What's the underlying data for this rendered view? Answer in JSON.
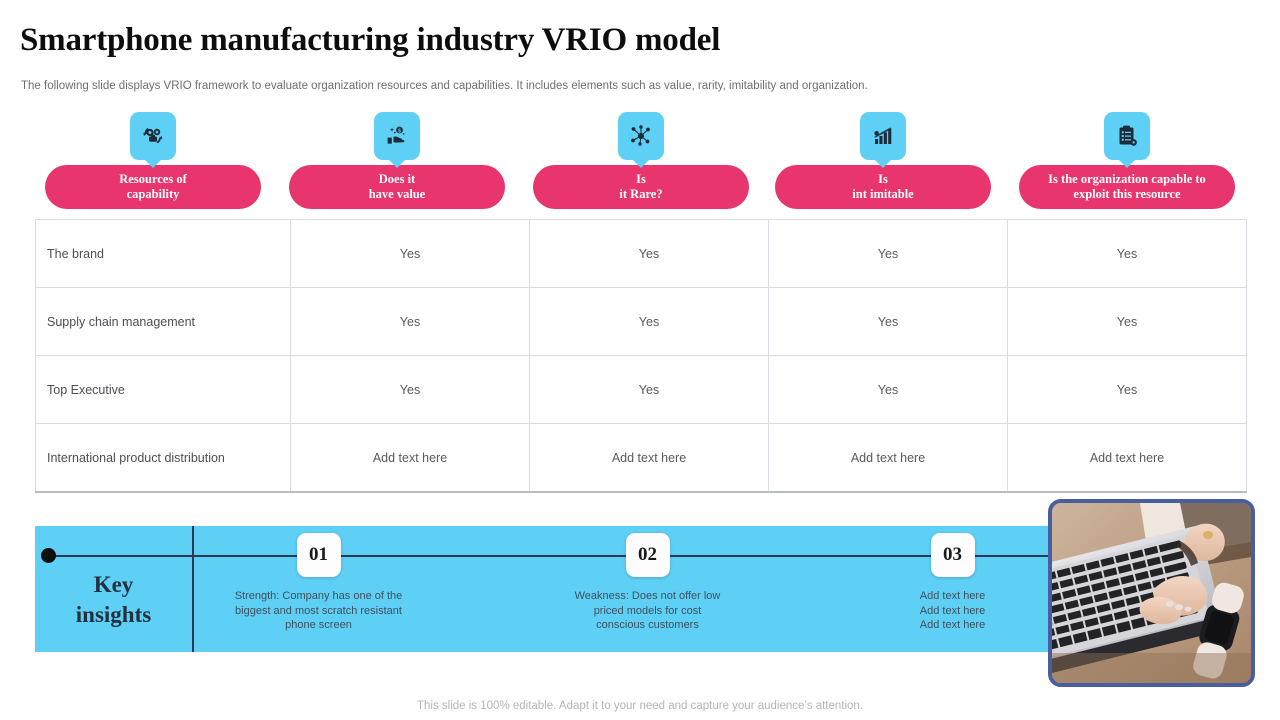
{
  "header": {
    "title": "Smartphone manufacturing industry VRIO model",
    "subtitle": "The following slide displays VRIO framework to evaluate organization resources and capabilities. It includes elements such as value, rarity, imitability and organization."
  },
  "colors": {
    "pink": "#E8356D",
    "cyan": "#5ECFF5",
    "photo_border": "#4A5D9C",
    "line": "#2B3A52"
  },
  "columns": [
    {
      "label": "Resources of\ncapability",
      "icon": "gears-settings-icon"
    },
    {
      "label": "Does it\nhave value",
      "icon": "hand-money-icon"
    },
    {
      "label": "Is\nit Rare?",
      "icon": "network-nodes-icon"
    },
    {
      "label": "Is\nint imitable",
      "icon": "bar-chart-growth-icon"
    },
    {
      "label": "Is the organization capable to\nexploit this resource",
      "icon": "clipboard-checklist-icon"
    }
  ],
  "table": {
    "rows": [
      {
        "label": "The brand",
        "cells": [
          "Yes",
          "Yes",
          "Yes",
          "Yes"
        ]
      },
      {
        "label": "Supply chain management",
        "cells": [
          "Yes",
          "Yes",
          "Yes",
          "Yes"
        ]
      },
      {
        "label": "Top Executive",
        "cells": [
          "Yes",
          "Yes",
          "Yes",
          "Yes"
        ]
      },
      {
        "label": "International  product distribution",
        "cells": [
          "Add text here",
          "Add text here",
          "Add text here",
          "Add text here"
        ]
      }
    ]
  },
  "insights": {
    "title": "Key\ninsights",
    "items": [
      {
        "number": "01",
        "text": "Strength: Company has one of the\nbiggest and most scratch resistant\nphone screen"
      },
      {
        "number": "02",
        "text": "Weakness: Does not offer low\npriced models for cost\nconscious customers"
      },
      {
        "number": "03",
        "text": "Add text here\nAdd text here\nAdd text here"
      }
    ]
  },
  "photo": {
    "alt": "hands-typing-on-laptop-photo"
  },
  "footer": {
    "note": "This slide is 100% editable. Adapt it to your need and capture your audience’s attention."
  }
}
